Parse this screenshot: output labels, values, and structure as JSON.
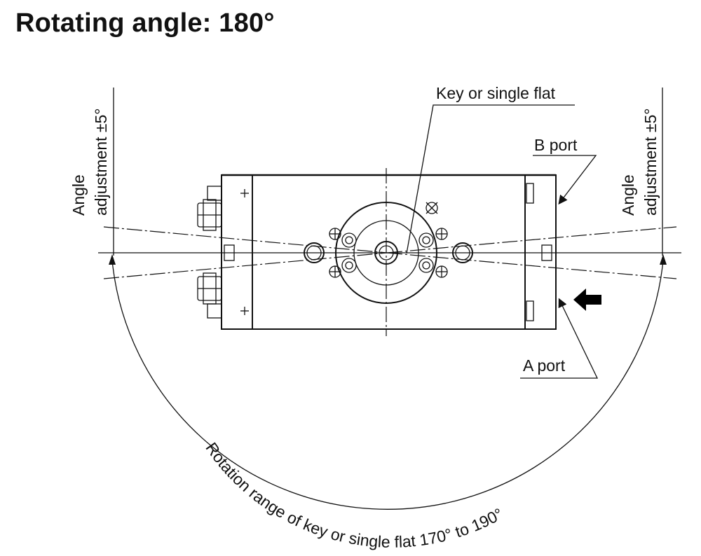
{
  "title": "Rotating angle: 180°",
  "labels": {
    "key": "Key or single flat",
    "b_port": "B port",
    "a_port": "A port",
    "angle_left_line1": "Angle",
    "angle_left_line2": "adjustment ±5°",
    "angle_right_line1": "Angle",
    "angle_right_line2": "adjustment ±5°",
    "rotation_range": "Rotation range of key or single flat 170° to 190°"
  },
  "icons": {
    "port_arrow": "arrow-left-icon"
  },
  "colors": {
    "line": "#111111",
    "background": "#ffffff"
  }
}
